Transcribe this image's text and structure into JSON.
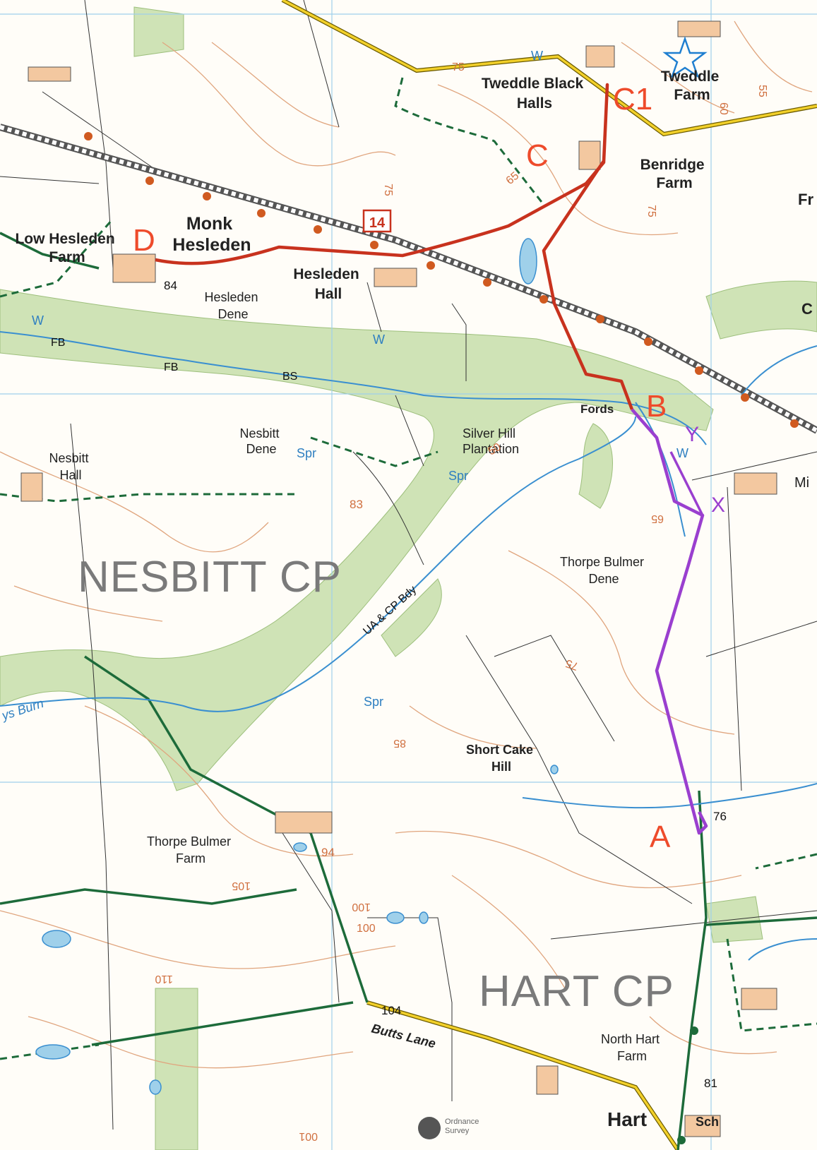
{
  "places": {
    "tweddle_black_halls": [
      "Tweddle Black",
      "Halls"
    ],
    "tweddle_farm": [
      "Tweddle",
      "Farm"
    ],
    "benridge_farm": [
      "Benridge",
      "Farm"
    ],
    "low_hesleden_farm": [
      "Low Hesleden",
      "Farm"
    ],
    "monk_hesleden": [
      "Monk",
      "Hesleden"
    ],
    "hesleden_hall": [
      "Hesleden",
      "Hall"
    ],
    "hesleden_dene": [
      "Hesleden",
      "Dene"
    ],
    "nesbitt_dene": [
      "Nesbitt",
      "Dene"
    ],
    "nesbitt_hall": [
      "Nesbitt",
      "Hall"
    ],
    "silver_hill": [
      "Silver Hill",
      "Plantation"
    ],
    "thorpe_bulmer_dene": [
      "Thorpe Bulmer",
      "Dene"
    ],
    "short_cake_hill": [
      "Short Cake",
      "Hill"
    ],
    "thorpe_bulmer_farm": [
      "Thorpe Bulmer",
      "Farm"
    ],
    "north_hart_farm": [
      "North Hart",
      "Farm"
    ],
    "hart": "Hart",
    "butts_lane": "Butts Lane",
    "fords": "Fords",
    "fr_edge": "Fr",
    "c_edge": "C",
    "mi_edge": "Mi",
    "sch": "Sch"
  },
  "parishes": {
    "nesbitt": "NESBITT CP",
    "hart": "HART CP"
  },
  "route_letters": {
    "a": "A",
    "b": "B",
    "c": "C",
    "c1": "C1",
    "d": "D"
  },
  "waypoints": {
    "y": "Y",
    "x": "X"
  },
  "road_number": "14",
  "spot_heights": {
    "h84": "84",
    "h83": "83",
    "h94": "94",
    "h104": "104",
    "h76": "76",
    "h81": "81"
  },
  "contours": {
    "c75a": "75",
    "c75b": "75",
    "c75c": "75",
    "c75d": "75",
    "c65a": "65",
    "c65b": "65",
    "c60": "60",
    "c55": "55",
    "c50": "50",
    "c85": "85",
    "c100a": "100",
    "c100b": "100",
    "c105": "105",
    "c110": "110",
    "c001": "001"
  },
  "features": {
    "w": "W",
    "fb": "FB",
    "bs": "BS",
    "spr": "Spr",
    "burn": "ys Burn",
    "ua_bdy": "UA & CP Bdy"
  },
  "attribution": [
    "Ordnance",
    "Survey"
  ],
  "colors": {
    "route_red": "#c8321e",
    "route_purple": "#9a3fcf",
    "woodland": "#cfe3b6",
    "contour": "#e0a57e",
    "road_yellow": "#f2d02a",
    "path_green": "#1d6b3a",
    "grid_blue": "#9fd0ea",
    "water": "#3a8fd0"
  }
}
